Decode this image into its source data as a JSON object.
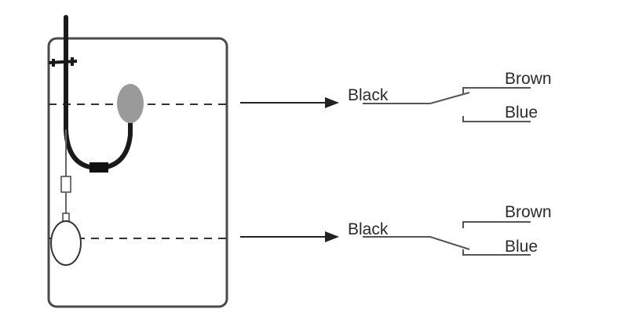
{
  "switch_upper": {
    "common_label": "Black",
    "top_label": "Brown",
    "bottom_label": "Blue"
  },
  "switch_lower": {
    "common_label": "Black",
    "top_label": "Brown",
    "bottom_label": "Blue"
  },
  "colors": {
    "line": "#333333",
    "float_gray": "#9a9a9a",
    "cable": "#1a1a1a"
  }
}
